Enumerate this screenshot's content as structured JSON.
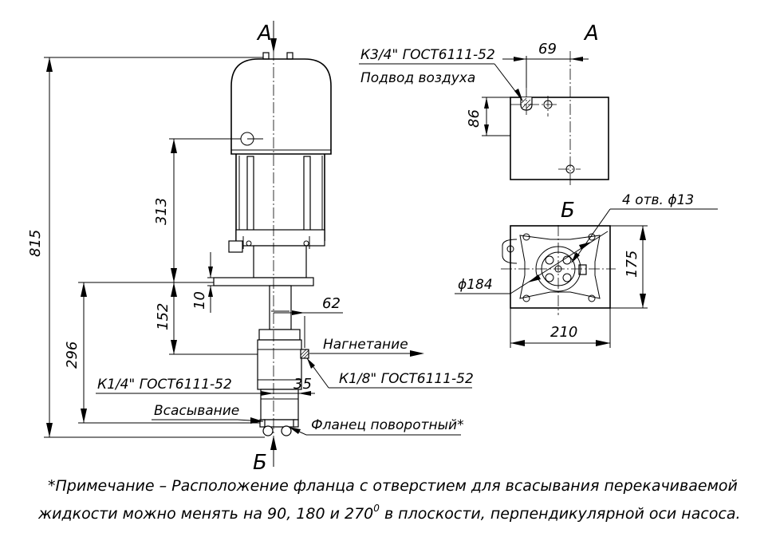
{
  "views": {
    "section_top": "А",
    "section_top_right": "А",
    "section_bottom": "Б",
    "section_b_right": "Б"
  },
  "dimensions": {
    "total_height": "815",
    "top_to_flange": "313",
    "flange_to_outlet": "152",
    "flange_thickness": "10",
    "inlet_height": "296",
    "outlet_offset": "62",
    "inlet_offset": "35",
    "plan_air_offset": "69",
    "plan_air_depth": "86",
    "base_width": "210",
    "base_depth": "175",
    "circle_diameter": "ϕ184",
    "holes": "4 отв. ϕ13"
  },
  "labels": {
    "air_thread": "К3/4\" ГОСТ6111-52",
    "air_supply": "Подвод воздуха",
    "discharge": "Нагнетание",
    "discharge_thread": "К1/8\" ГОСТ6111-52",
    "suction_thread": "К1/4\" ГОСТ6111-52",
    "suction": "Всасывание",
    "flange": "Фланец поворотный*"
  },
  "note": {
    "line1": "*Примечание – Расположение фланца с отверстием для всасывания перекачиваемой",
    "line2": "жидкости можно менять на 90, 180 и 270",
    "degree": "0",
    "line2_end": " в плоскости, перпендикулярной оси насоса."
  }
}
